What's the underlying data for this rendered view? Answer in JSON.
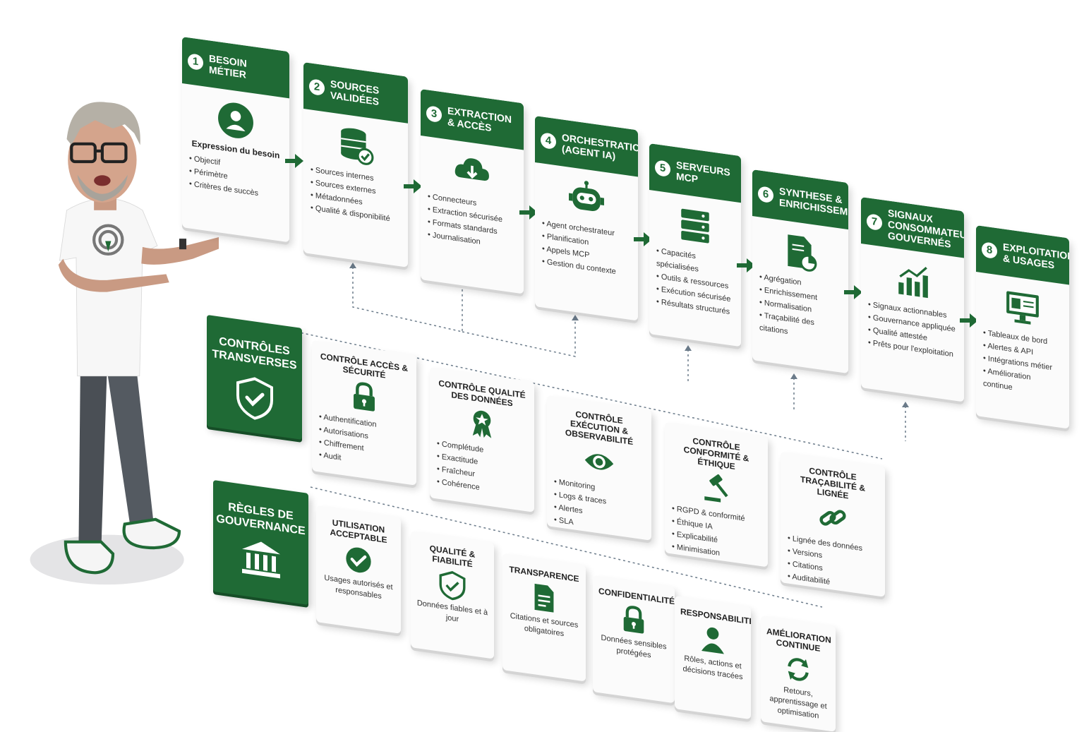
{
  "colors": {
    "accent": "#1f6a35",
    "card": "#fbfbfb",
    "connector": "#6b7b8a"
  },
  "steps": [
    {
      "num": "1",
      "title": "Besoin métier",
      "icon": "user-icon",
      "caption": "Expression du besoin",
      "bullets": [
        "Objectif",
        "Périmètre",
        "Critères de succès"
      ]
    },
    {
      "num": "2",
      "title": "Sources validées",
      "icon": "database-check-icon",
      "bullets": [
        "Sources internes",
        "Sources externes",
        "Métadonnées",
        "Qualité & disponibilité"
      ]
    },
    {
      "num": "3",
      "title": "Extraction & accès",
      "icon": "cloud-download-icon",
      "bullets": [
        "Connecteurs",
        "Extraction sécurisée",
        "Formats standards",
        "Journalisation"
      ]
    },
    {
      "num": "4",
      "title": "Orchestration (agent IA)",
      "icon": "robot-icon",
      "bullets": [
        "Agent orchestrateur",
        "Planification",
        "Appels MCP",
        "Gestion du contexte"
      ]
    },
    {
      "num": "5",
      "title": "Serveurs MCP",
      "icon": "server-icon",
      "bullets": [
        "Capacités spécialisées",
        "Outils & ressources",
        "Exécution sécurisée",
        "Résultats structurés"
      ]
    },
    {
      "num": "6",
      "title": "Synthese & enrichissement",
      "icon": "document-chart-icon",
      "bullets": [
        "Agrégation",
        "Enrichissement",
        "Normalisation",
        "Traçabilité des citations"
      ]
    },
    {
      "num": "7",
      "title": "Signaux consommateurs gouvernés",
      "icon": "bar-chart-trend-icon",
      "bullets": [
        "Signaux actionnables",
        "Gouvernance appliquée",
        "Qualité attestée",
        "Prêts pour l'exploitation"
      ]
    },
    {
      "num": "8",
      "title": "Exploitation & usages",
      "icon": "monitor-dashboard-icon",
      "bullets": [
        "Tableaux de bord",
        "Alertes & API",
        "Intégrations métier",
        "Amélioration continue"
      ]
    }
  ],
  "controls_banner": {
    "title": "Contrôles transverses",
    "icon": "shield-check-icon"
  },
  "controls": [
    {
      "title": "Contrôle accès & sécurité",
      "icon": "padlock-icon",
      "bullets": [
        "Authentification",
        "Autorisations",
        "Chiffrement",
        "Audit"
      ]
    },
    {
      "title": "Contrôle qualité des données",
      "icon": "award-ribbon-icon",
      "bullets": [
        "Complétude",
        "Exactitude",
        "Fraîcheur",
        "Cohérence"
      ]
    },
    {
      "title": "Contrôle exécution & observabilité",
      "icon": "eye-icon",
      "bullets": [
        "Monitoring",
        "Logs & traces",
        "Alertes",
        "SLA"
      ]
    },
    {
      "title": "Contrôle conformité & éthique",
      "icon": "gavel-icon",
      "bullets": [
        "RGPD & conformité",
        "Éthique IA",
        "Explicabilité",
        "Minimisation"
      ]
    },
    {
      "title": "Contrôle traçabilité & lignée",
      "icon": "chain-link-icon",
      "bullets": [
        "Lignée des données",
        "Versions",
        "Citations",
        "Auditabilité"
      ]
    }
  ],
  "rules_banner": {
    "title": "Règles de gouvernance",
    "icon": "institution-icon"
  },
  "rules": [
    {
      "title": "Utilisation acceptable",
      "icon": "check-circle-icon",
      "desc": "Usages autorisés et responsables"
    },
    {
      "title": "Qualité & fiabilité",
      "icon": "shield-check-icon",
      "desc": "Données fiables et à jour"
    },
    {
      "title": "Transparence",
      "icon": "document-icon",
      "desc": "Citations et sources obligatoires"
    },
    {
      "title": "Confidentialité",
      "icon": "padlock-icon",
      "desc": "Données sensibles protégées"
    },
    {
      "title": "Responsabilité",
      "icon": "person-icon",
      "desc": "Rôles, actions et décisions tracées"
    },
    {
      "title": "Amélioration continue",
      "icon": "refresh-cycle-icon",
      "desc": "Retours, apprentissage et optimisation"
    }
  ]
}
